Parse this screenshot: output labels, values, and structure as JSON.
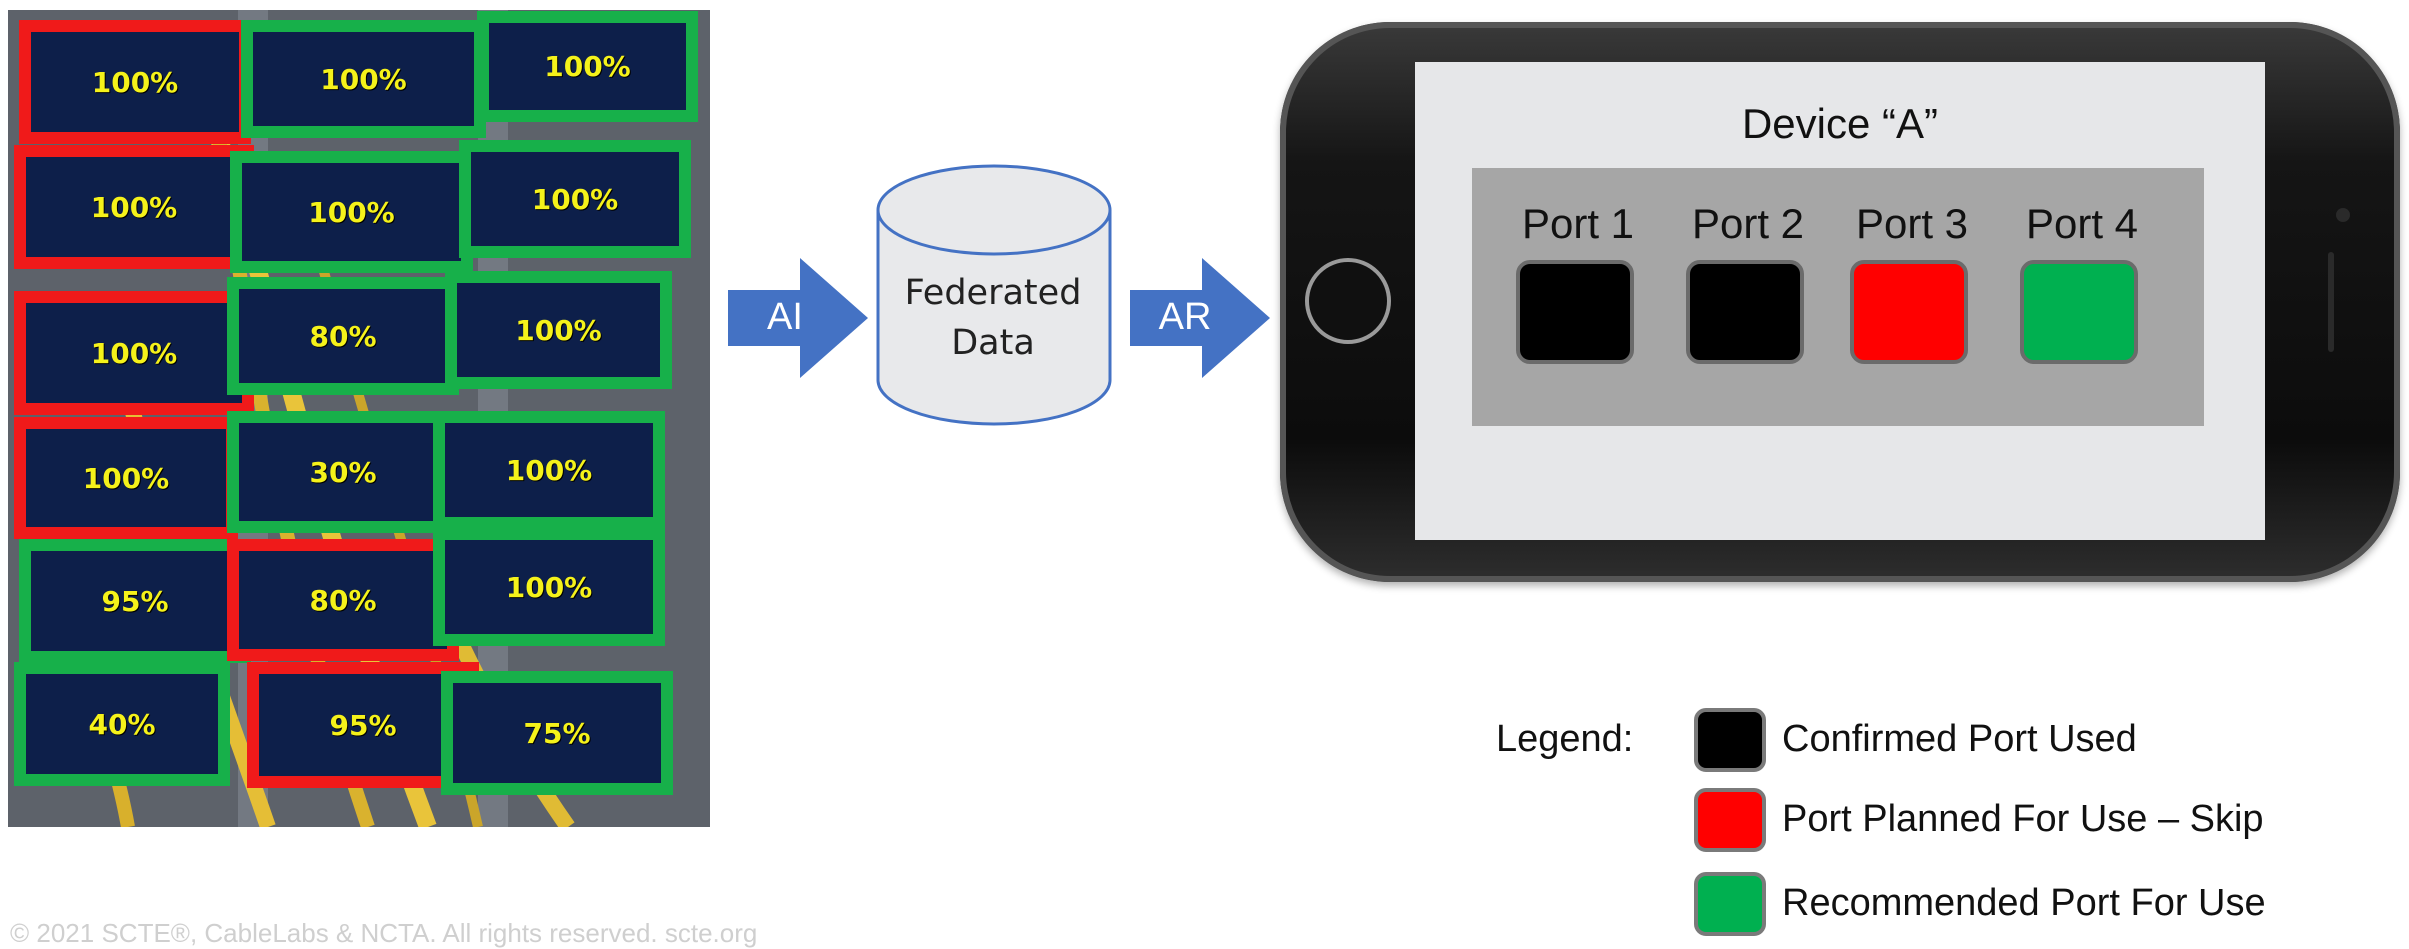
{
  "panel": {
    "boxes": [
      {
        "label": "100%",
        "status": "red"
      },
      {
        "label": "100%",
        "status": "green"
      },
      {
        "label": "100%",
        "status": "green"
      },
      {
        "label": "100%",
        "status": "red"
      },
      {
        "label": "100%",
        "status": "green"
      },
      {
        "label": "100%",
        "status": "green"
      },
      {
        "label": "100%",
        "status": "red"
      },
      {
        "label": "80%",
        "status": "green"
      },
      {
        "label": "100%",
        "status": "green"
      },
      {
        "label": "100%",
        "status": "red"
      },
      {
        "label": "30%",
        "status": "green"
      },
      {
        "label": "100%",
        "status": "green"
      },
      {
        "label": "95%",
        "status": "green"
      },
      {
        "label": "80%",
        "status": "red"
      },
      {
        "label": "100%",
        "status": "green"
      },
      {
        "label": "40%",
        "status": "green"
      },
      {
        "label": "95%",
        "status": "red"
      },
      {
        "label": "75%",
        "status": "green"
      }
    ]
  },
  "flow": {
    "arrow1_label": "AI",
    "database_line1": "Federated",
    "database_line2": "Data",
    "arrow2_label": "AR"
  },
  "phone": {
    "device_title": "Device “A”",
    "ports": [
      {
        "label": "Port 1",
        "status": "black"
      },
      {
        "label": "Port 2",
        "status": "black"
      },
      {
        "label": "Port 3",
        "status": "red"
      },
      {
        "label": "Port 4",
        "status": "green"
      }
    ]
  },
  "legend": {
    "title": "Legend:",
    "items": [
      {
        "label": "Confirmed Port Used",
        "status": "black"
      },
      {
        "label": "Port Planned For Use – Skip",
        "status": "red"
      },
      {
        "label": "Recommended Port For Use",
        "status": "green"
      }
    ]
  },
  "colors": {
    "red": "#ff0000",
    "green": "#00b050",
    "black": "#000000",
    "arrow": "#4472c4"
  },
  "footer": {
    "copyright": "© 2021 SCTE®, CableLabs & NCTA. All rights reserved. scte.org"
  }
}
